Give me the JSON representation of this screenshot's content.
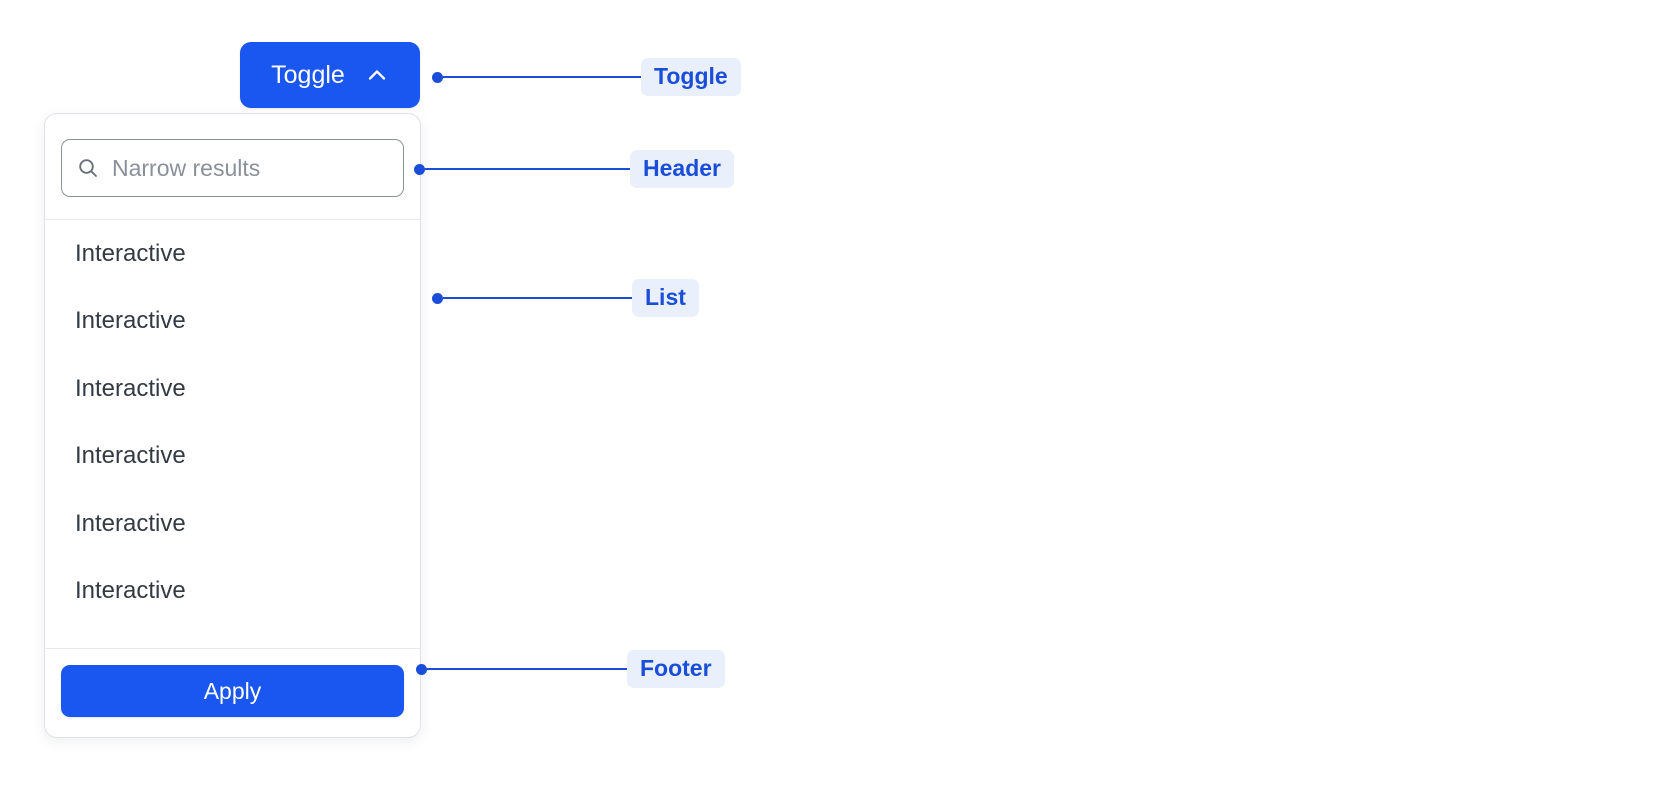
{
  "toggle": {
    "label": "Toggle",
    "icon": "chevron-up-icon",
    "background_color": "#1a56f0",
    "text_color": "#ffffff"
  },
  "dropdown": {
    "header": {
      "search": {
        "icon": "search-icon",
        "placeholder": "Narrow results",
        "value": ""
      }
    },
    "list": {
      "items": [
        {
          "label": "Interactive"
        },
        {
          "label": "Interactive"
        },
        {
          "label": "Interactive"
        },
        {
          "label": "Interactive"
        },
        {
          "label": "Interactive"
        },
        {
          "label": "Interactive"
        }
      ]
    },
    "footer": {
      "apply_label": "Apply",
      "apply_background_color": "#1a56f0",
      "apply_text_color": "#ffffff"
    },
    "border_color": "#dfe3e8",
    "background_color": "#ffffff"
  },
  "annotations": {
    "accent_color": "#1b4ed8",
    "badge_background_color": "#e9effb",
    "items": [
      {
        "label": "Toggle"
      },
      {
        "label": "Header"
      },
      {
        "label": "List"
      },
      {
        "label": "Footer"
      }
    ]
  }
}
